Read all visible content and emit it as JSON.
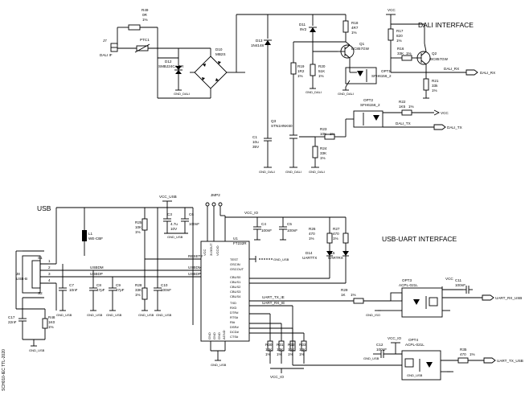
{
  "sections": {
    "dali_title": "DALI INTERFACE",
    "usb_title": "USB",
    "usb_uart_title": "USB-UART INTERFACE"
  },
  "side_text": "SCH010-IEC TTL-2020",
  "power": {
    "vcc": "VCC",
    "vcc_usb": "VCC_USB",
    "vcc_io": "VCC_IO",
    "gnd_dali": "GND_DALI",
    "gnd_usb": "GND_USB",
    "gnd_iso": "GND_ISO"
  },
  "components": {
    "r49": [
      "R49",
      "0R",
      "1%"
    ],
    "ptc1": [
      "PTC1"
    ],
    "j7": [
      "J7",
      "DALI IF"
    ],
    "d12": [
      "D12",
      "SMBJ24CA-TR"
    ],
    "d10": [
      "D10",
      "MB2S"
    ],
    "d13": [
      "D13",
      "1N4148"
    ],
    "d11": [
      "D11",
      "9V2"
    ],
    "r19": [
      "R19",
      "1R2",
      "1%"
    ],
    "r18": [
      "R18",
      "4R7",
      "1%"
    ],
    "r20": [
      "R20",
      "51K",
      "1%"
    ],
    "q1": [
      "Q1",
      "BC857GW"
    ],
    "opt1": [
      "OPT1",
      "SFH6156_2"
    ],
    "opt2": [
      "OPT2",
      "SFH6156_2"
    ],
    "r17": [
      "R17",
      "820",
      "1%"
    ],
    "r16": [
      "R16",
      "33K",
      "1%"
    ],
    "q2": [
      "Q2",
      "BC857GW"
    ],
    "r21": [
      "R21",
      "33k",
      "1%"
    ],
    "r22": [
      "R22",
      "1K5",
      "1%"
    ],
    "q3": [
      "Q3",
      "STN1HNK60"
    ],
    "c1": [
      "C1",
      "10u",
      "35V"
    ],
    "r23": [
      "R23",
      "10K",
      "1%"
    ],
    "r24": [
      "R24",
      "33K",
      "1%"
    ],
    "l1": [
      "L1",
      "WE-CBF"
    ],
    "r25": [
      "R25",
      "10K",
      "1%"
    ],
    "c3": [
      "C3",
      "4.7u",
      "10V"
    ],
    "c6": [
      "C6",
      "100nF"
    ],
    "jmp2": [
      "JMP2"
    ],
    "c4": [
      "C4",
      "100nF"
    ],
    "c5": [
      "C5",
      "100nF"
    ],
    "u1": [
      "U1",
      "FT232R"
    ],
    "r26": [
      "R26",
      "470",
      "1%"
    ],
    "r27": [
      "R27",
      "470",
      "1%"
    ],
    "d14": [
      "D14",
      "UARTTX"
    ],
    "d15": [
      "D15",
      "UARTRX"
    ],
    "j8": [
      "J8",
      "USB-B"
    ],
    "c7": [
      "C7",
      "10nF"
    ],
    "c8": [
      "C8",
      "47pF"
    ],
    "c9": [
      "C9",
      "47pF"
    ],
    "r28": [
      "R28",
      "33K",
      "1%"
    ],
    "c10": [
      "C10",
      "100nF"
    ],
    "c17": [
      "C17",
      "22nF"
    ],
    "r48": [
      "R48",
      "1K0",
      "1%"
    ],
    "r29": [
      "R29",
      "1K",
      "1%"
    ],
    "opt3": [
      "OPT3",
      "ACPL-021L"
    ],
    "c11": [
      "C11",
      "100nF"
    ],
    "c12": [
      "C12",
      "100nF"
    ],
    "opt4": [
      "OPT4",
      "ACPL-021L"
    ],
    "r30": [
      "R30",
      "10K",
      "1%"
    ],
    "r31": [
      "R31",
      "10K",
      "1%"
    ],
    "r32": [
      "R32",
      "10K",
      "1%"
    ],
    "r33": [
      "R33",
      "10K",
      "1%"
    ],
    "r35": [
      "R35",
      "470",
      "1%"
    ]
  },
  "nets": {
    "dali_rx": "DALI_RX",
    "dali_tx": "DALI_TX",
    "usbdm": "USBDM",
    "usbdp": "USBDP",
    "reset": "RESET#",
    "uart_tx": "UART_TX_IE",
    "uart_rx": "UART_RX_IE",
    "uart_rx_usb": "UART_RX_USB",
    "uart_tx_usb": "UART_TX_USB"
  },
  "u1_pins_left": [
    "TEST",
    "OSCIN",
    "OSCOUT",
    "CBUS0",
    "CBUS1",
    "CBUS2",
    "CBUS3",
    "CBUS4",
    "TXD",
    "RXD",
    "DTR#",
    "RTS#",
    "RI#",
    "DSR#",
    "DCD#",
    "CTS#"
  ],
  "u1_pins_top": [
    "VCC",
    "3V3OUT",
    "VCCIO"
  ],
  "u1_pins_bottom": [
    "GND",
    "GND",
    "GND",
    "AGND"
  ]
}
